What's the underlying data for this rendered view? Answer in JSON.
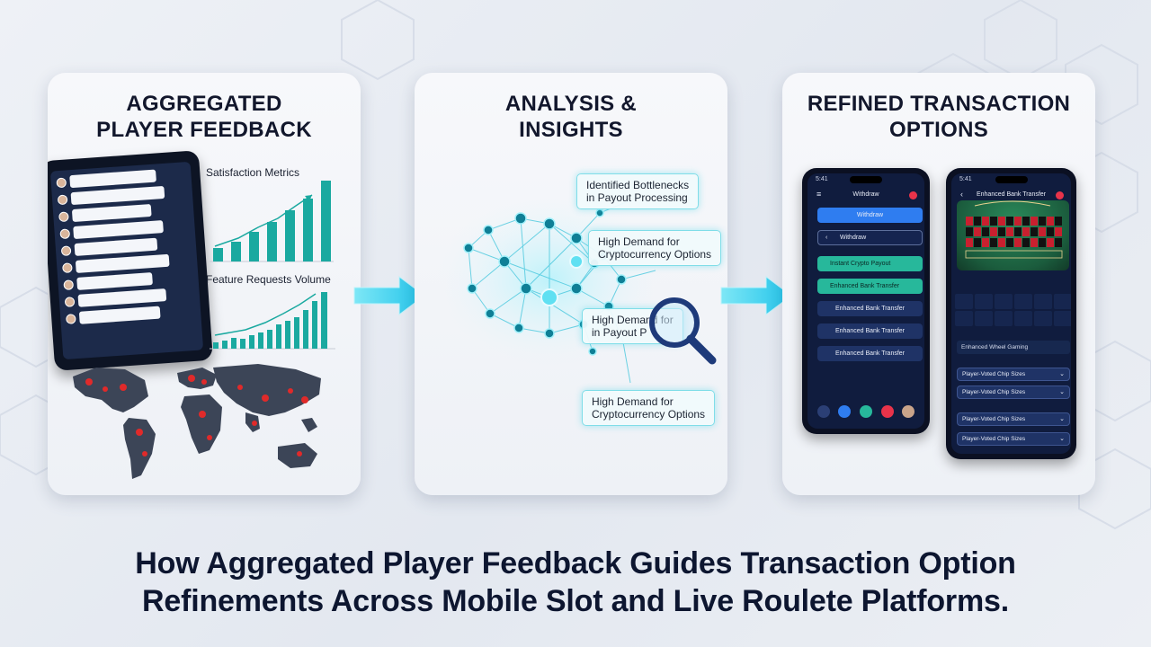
{
  "panels": {
    "feedback": {
      "title_line1": "AGGREGATED",
      "title_line2": "PLAYER FEEDBACK",
      "chart1_label": "Satisfaction Metrics",
      "chart2_label": "Feature Requests Volume"
    },
    "analysis": {
      "title_line1": "ANALYSIS &",
      "title_line2": "INSIGHTS",
      "insights": [
        {
          "line1": "Identified Bottlenecks",
          "line2": "in Payout Processing"
        },
        {
          "line1": "High Demand for",
          "line2": "Cryptocurrency Options"
        },
        {
          "line1": "High Demand for",
          "line2": "in Payout P"
        },
        {
          "line1": "High Demand for",
          "line2": "Cryptocurrency Options"
        }
      ]
    },
    "options": {
      "title_line1": "REFINED TRANSACTION",
      "title_line2": "OPTIONS",
      "phone1": {
        "status": "5:41",
        "header": "Withdraw",
        "buttons": [
          "Withdraw",
          "Withdraw",
          "Instant Crypto Payout",
          "Enhanced Bank Transfer",
          "Enhanced Bank Transfer",
          "Enhanced Bank Transfer",
          "Enhanced Bank Transfer"
        ]
      },
      "phone2": {
        "status": "5:41",
        "header": "Enhanced Bank Transfer",
        "strip": "Enhanced Wheel Gaming",
        "dropdowns": [
          "Player-Voted Chip Sizes",
          "Player-Voted Chip Sizes",
          "Player-Voted Chip Sizes",
          "Player-Voted Chip Sizes"
        ]
      }
    }
  },
  "caption": {
    "line1": "How Aggregated Player Feedback Guides Transaction Option",
    "line2": "Refinements Across Mobile Slot and Live Roulete Platforms."
  },
  "colors": {
    "accent_cyan": "#3fd4ee",
    "chart_teal": "#1aa9a0",
    "map_dark": "#3c4557",
    "map_hotspot": "#e02a2a",
    "phone_navy": "#101c3e",
    "button_blue": "#2f7df0",
    "button_green": "#27b89b"
  },
  "icons": [
    "right-arrow-icon",
    "magnifier-icon",
    "world-map-icon",
    "menu-icon",
    "back-chevron-icon",
    "chevron-down-icon"
  ]
}
